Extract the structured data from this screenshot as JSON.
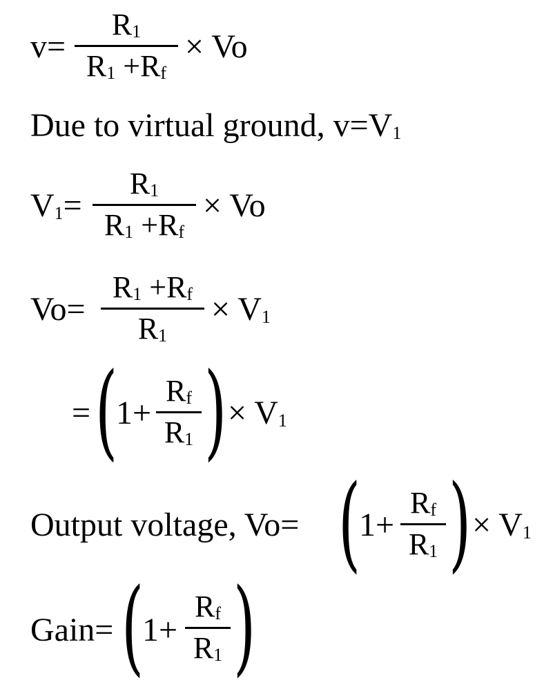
{
  "equations": {
    "eq1": {
      "lhs": "v=",
      "num": "R",
      "num_sub": "1",
      "den_a": "R",
      "den_a_sub": "1",
      "den_plus": " +R",
      "den_b_sub": "f",
      "rhs": "× Vo"
    },
    "text1": {
      "text": "Due to virtual ground, v=V",
      "sub": "1"
    },
    "eq2": {
      "lhs": "V",
      "lhs_sub": "1",
      "lhs_eq": "=",
      "num": "R",
      "num_sub": "1",
      "den_a": "R",
      "den_a_sub": "1",
      "den_plus": " +R",
      "den_b_sub": "f",
      "rhs": "× Vo"
    },
    "eq3": {
      "lhs": "Vo=",
      "num_a": "R",
      "num_a_sub": "1",
      "num_plus": " +R",
      "num_b_sub": "f",
      "den": "R",
      "den_sub": "1",
      "rhs": "× V",
      "rhs_sub": "1"
    },
    "eq4": {
      "lhs": "=",
      "one_plus": "1+",
      "num": "R",
      "num_sub": "f",
      "den": "R",
      "den_sub": "1",
      "rhs": "× V",
      "rhs_sub": "1"
    },
    "eq5": {
      "lhs": "Output voltage, Vo=",
      "one_plus": "1+",
      "num": "R",
      "num_sub": "f",
      "den": "R",
      "den_sub": "1",
      "rhs": "× V",
      "rhs_sub": "1"
    },
    "eq6": {
      "lhs": "Gain=",
      "one_plus": "1+",
      "num": "R",
      "num_sub": "f",
      "den": "R",
      "den_sub": "1"
    }
  },
  "parens": {
    "open": "(",
    "close": ")"
  }
}
